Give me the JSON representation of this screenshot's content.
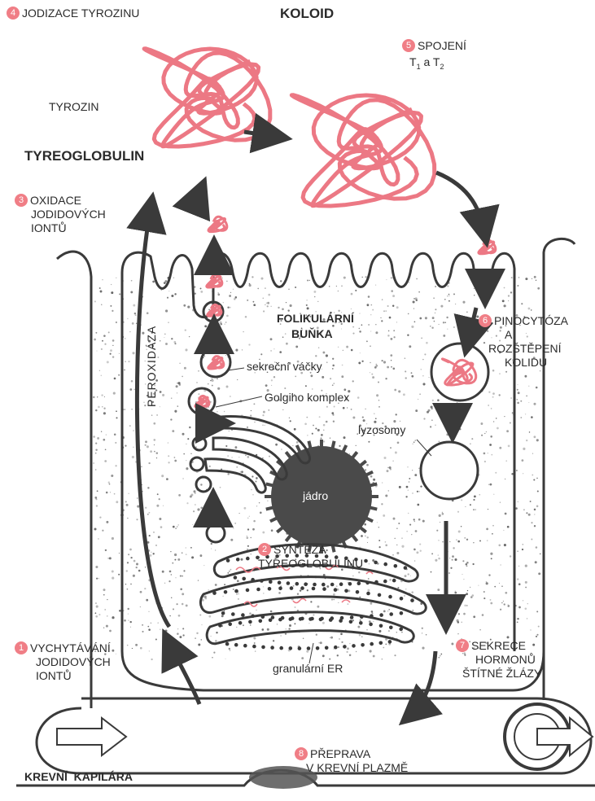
{
  "colors": {
    "tyreoglobulin": "#ec7884",
    "outline": "#3a3a3a",
    "step_badge": "#f07e86",
    "stipple": "#555555"
  },
  "steps": {
    "s1": {
      "num": "1",
      "lines": [
        "VYCHYTÁVÁNÍ",
        "JODIDOVÝCH",
        "IONTŮ"
      ]
    },
    "s2": {
      "num": "2",
      "lines": [
        "SYNTÉZA",
        "TYREOGLOBULINU"
      ]
    },
    "s3": {
      "num": "3",
      "lines": [
        "OXIDACE",
        "JODIDOVÝCH",
        "IONTŮ"
      ]
    },
    "s4": {
      "num": "4",
      "lines": [
        "JODIZACE TYROZINU"
      ]
    },
    "s5": {
      "num": "5",
      "lines": [
        "SPOJENÍ"
      ],
      "sub": {
        "t": "T",
        "i1": "1",
        "a": " a ",
        "i2": "2"
      }
    },
    "s6": {
      "num": "6",
      "lines": [
        "PINOCYTÓZA",
        "A",
        "ROZŠTĚPENÍ",
        "KOLIDU"
      ]
    },
    "s7": {
      "num": "7",
      "lines": [
        "SEKRECE",
        "HORMONŮ",
        "ŠTÍTNÉ ŽLÁZY"
      ]
    },
    "s8": {
      "num": "8",
      "lines": [
        "PŘEPRAVA",
        "V KREVNÍ PLAZMĚ"
      ]
    }
  },
  "labels": {
    "koloid": "KOLOID",
    "tyrozin": "TYROZIN",
    "tyreoglobulin": "TYREOGLOBULIN",
    "peroxidaza": "PEROXIDÁZA",
    "folikularni": "FOLIKULÁRNÍ",
    "bunka": "BUŇKA",
    "sekrecni_vacky": "sekreční váčky",
    "golgiho": "Golgiho komplex",
    "lyzosomy": "lyzosomy",
    "jadro": "jádro",
    "granularni_er": "granulární ER",
    "krevni_kapilara": "KREVNÍ  KAPILÁRA"
  }
}
